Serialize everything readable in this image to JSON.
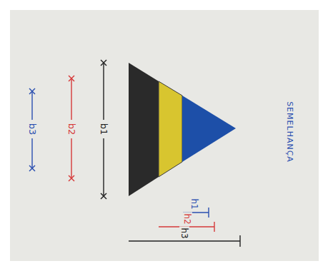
{
  "diagram": {
    "labels": [
      "b1",
      "b2",
      "b3",
      "h1",
      "h2",
      "h3",
      "SEMELHANÇA"
    ]
  }
}
